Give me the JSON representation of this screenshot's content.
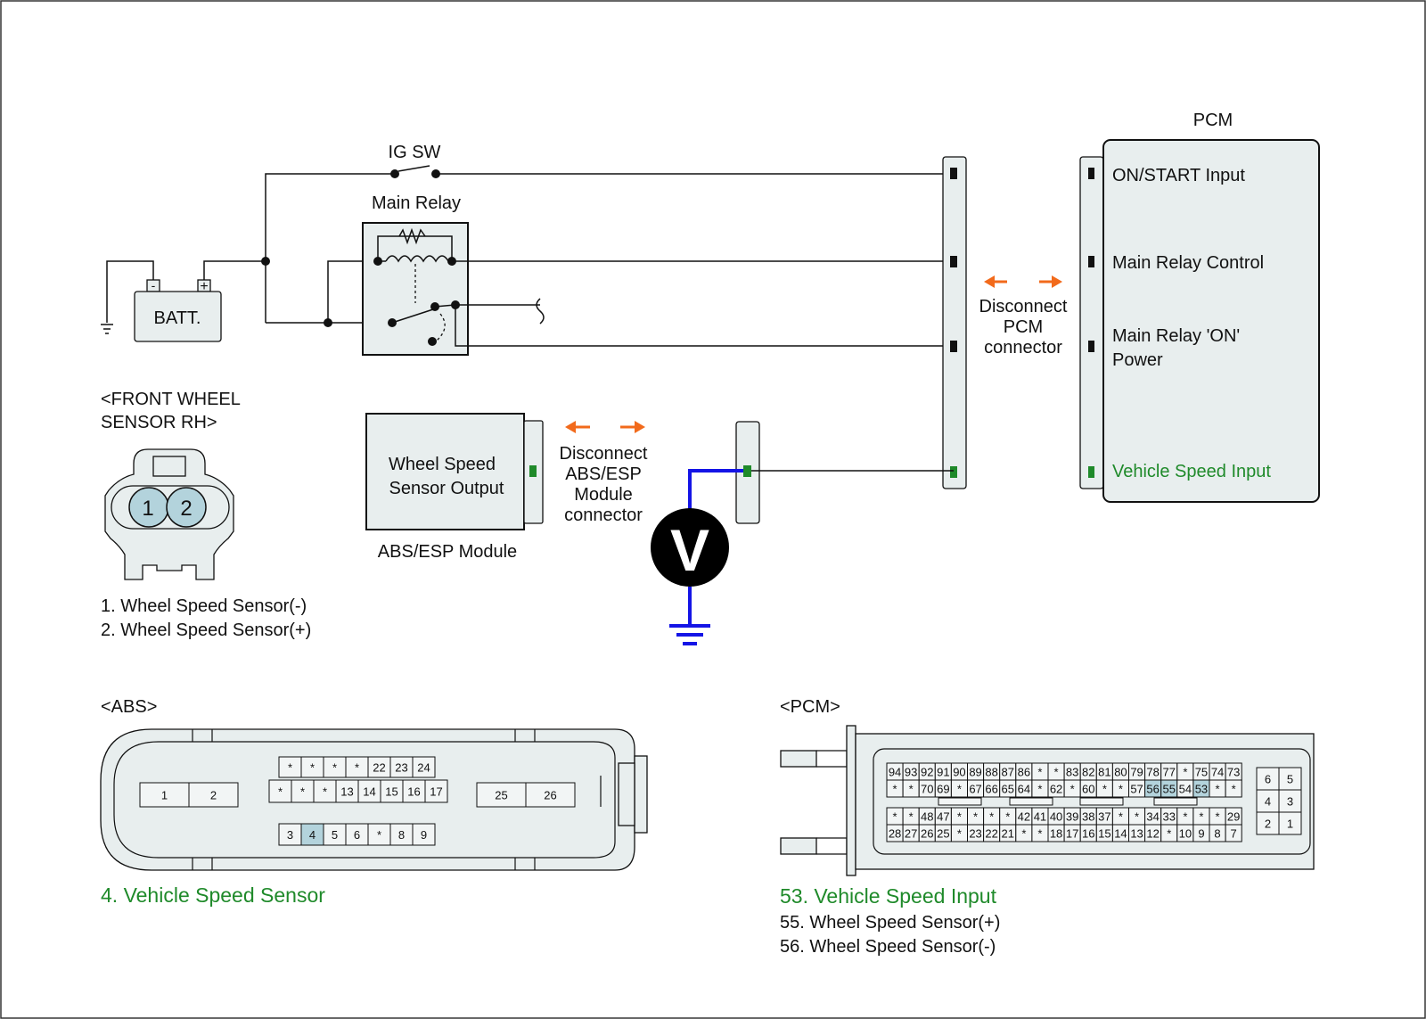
{
  "colors": {
    "panel": "#e8eeee",
    "highlight": "#b3d3dc",
    "signal_green": "#1f8a2a",
    "probe_blue": "#1414e6",
    "arrow_orange": "#f26a1b"
  },
  "circuit": {
    "ig_sw": "IG SW",
    "main_relay": "Main Relay",
    "battery": "BATT.",
    "battery_minus": "-",
    "battery_plus": "+",
    "pcm_title": "PCM",
    "pcm_inputs": [
      "ON/START Input",
      "Main Relay Control",
      "Main Relay 'ON'",
      "Power",
      "Vehicle Speed Input"
    ],
    "disconnect_pcm": [
      "Disconnect",
      "PCM",
      "connector"
    ],
    "disconnect_abs": [
      "Disconnect",
      "ABS/ESP",
      "Module",
      "connector"
    ],
    "wss_box": [
      "Wheel Speed",
      "Sensor Output"
    ],
    "abs_module": "ABS/ESP Module",
    "voltmeter": "V"
  },
  "front_wheel": {
    "title": [
      "<FRONT WHEEL",
      "SENSOR RH>"
    ],
    "pins": [
      "1",
      "2"
    ],
    "legend": [
      "1. Wheel Speed Sensor(-)",
      "2. Wheel Speed Sensor(+)"
    ]
  },
  "abs_connector": {
    "title": "<ABS>",
    "left_pins": [
      "1",
      "2"
    ],
    "right_pins": [
      "25",
      "26"
    ],
    "top_row": [
      "*",
      "*",
      "*",
      "*",
      "22",
      "23",
      "24"
    ],
    "mid_row": [
      "*",
      "*",
      "*",
      "13",
      "14",
      "15",
      "16",
      "17"
    ],
    "bottom_row": [
      "3",
      "4",
      "5",
      "6",
      "*",
      "8",
      "9"
    ],
    "legend": "4. Vehicle Speed Sensor"
  },
  "pcm_connector": {
    "title": "<PCM>",
    "row1": [
      "94",
      "93",
      "92",
      "91",
      "90",
      "89",
      "88",
      "87",
      "86",
      "*",
      "*",
      "83",
      "82",
      "81",
      "80",
      "79",
      "78",
      "77",
      "*",
      "75",
      "74",
      "73"
    ],
    "row2": [
      "*",
      "*",
      "70",
      "69",
      "*",
      "67",
      "66",
      "65",
      "64",
      "*",
      "62",
      "*",
      "60",
      "*",
      "*",
      "57",
      "56",
      "55",
      "54",
      "53",
      "*",
      "*"
    ],
    "row3": [
      "*",
      "*",
      "48",
      "47",
      "*",
      "*",
      "*",
      "*",
      "42",
      "41",
      "40",
      "39",
      "38",
      "37",
      "*",
      "*",
      "34",
      "33",
      "*",
      "*",
      "*",
      "29"
    ],
    "row4": [
      "28",
      "27",
      "26",
      "25",
      "*",
      "23",
      "22",
      "21",
      "*",
      "*",
      "18",
      "17",
      "16",
      "15",
      "14",
      "13",
      "12",
      "*",
      "10",
      "9",
      "8",
      "7"
    ],
    "side": [
      "6",
      "5",
      "4",
      "3",
      "2",
      "1"
    ],
    "legend": [
      "53. Vehicle Speed Input",
      "55. Wheel Speed Sensor(+)",
      "56. Wheel Speed Sensor(-)"
    ]
  }
}
